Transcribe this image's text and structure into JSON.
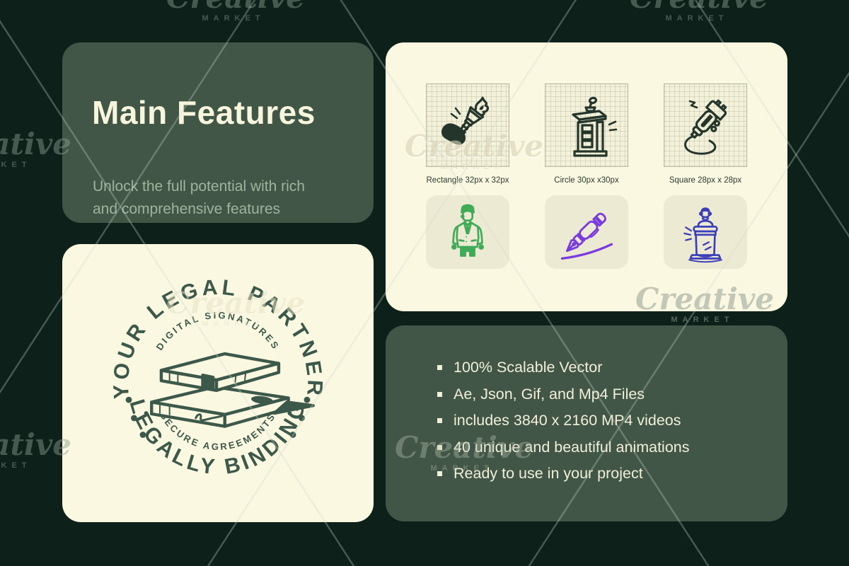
{
  "brand": {
    "script": "Creative",
    "caps": "MARKET"
  },
  "features_card": {
    "title": "Main Features",
    "subtitle_line1": "Unlock the full potential with rich",
    "subtitle_line2": "and comprehensive features"
  },
  "icons_card": {
    "labels": [
      "Rectangle 32px x 32px",
      "Circle 30px x30px",
      "Square 28px x 28px"
    ],
    "top_icons": [
      "torch-icon",
      "podium-icon",
      "stun-gun-icon"
    ],
    "bottom_icons": [
      "businessman-icon",
      "fountain-pen-icon",
      "speaker-podium-icon"
    ]
  },
  "badge_card": {
    "top_outer": "YOUR LEGAL PARTNER",
    "top_inner": "DIGITAL SIGNATURES",
    "bottom_inner": "SECURE AGREEMENTS",
    "bottom_outer": "LEGALLY BINDING"
  },
  "list_card": {
    "items": [
      "100% Scalable Vector",
      "Ae, Json, Gif, and Mp4 Files",
      "includes 3840 x 2160 MP4 videos",
      "40 unique and beautiful animations",
      "Ready to use in your project"
    ]
  },
  "colors": {
    "background": "#0d211a",
    "card_green": "#415647",
    "cream": "#faf8e1",
    "badge_green": "#3c584a",
    "icon_outline": "#24352b",
    "icon_green": "#3fab57",
    "icon_purple": "#7a3be0",
    "icon_indigo": "#3b3eb8"
  }
}
